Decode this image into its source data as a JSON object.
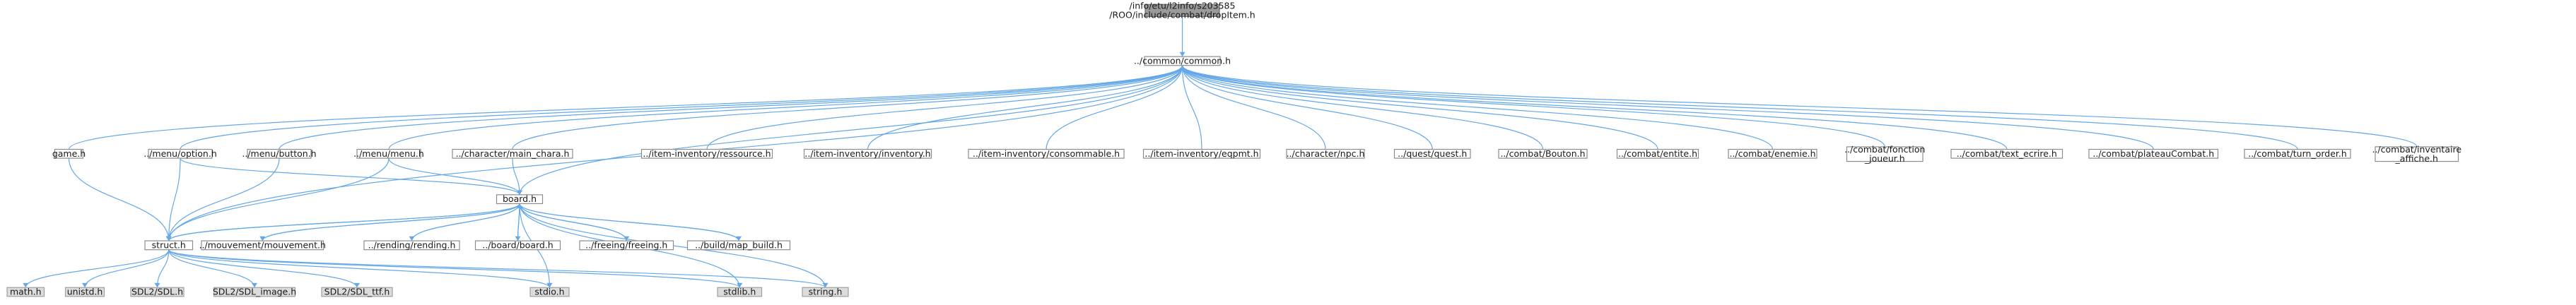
{
  "nodes": {
    "root": [
      "/info/etu/l2info/s203585",
      "/ROO/include/combat/dropItem.h"
    ],
    "common": [
      "../common/common.h"
    ],
    "game": [
      "game.h"
    ],
    "menu_option": [
      "../menu/option.h"
    ],
    "menu_button": [
      "../menu/button.h"
    ],
    "menu_menu": [
      "../menu/menu.h"
    ],
    "main_chara": [
      "../character/main_chara.h"
    ],
    "ressource": [
      "../item-inventory/ressource.h"
    ],
    "inventory": [
      "../item-inventory/inventory.h"
    ],
    "consommable": [
      "../item-inventory/consommable.h"
    ],
    "eqpmt": [
      "../item-inventory/eqpmt.h"
    ],
    "npc": [
      "../character/npc.h"
    ],
    "quest": [
      "../quest/quest.h"
    ],
    "bouton": [
      "../combat/Bouton.h"
    ],
    "entite": [
      "../combat/entite.h"
    ],
    "enemie": [
      "../combat/enemie.h"
    ],
    "fonction_joueur": [
      "../combat/fonction",
      "_joueur.h"
    ],
    "text_ecrire": [
      "../combat/text_ecrire.h"
    ],
    "plateau": [
      "../combat/plateauCombat.h"
    ],
    "turn_order": [
      "../combat/turn_order.h"
    ],
    "inventaire": [
      "../combat/inventaire",
      "_affiche.h"
    ],
    "board": [
      "board.h"
    ],
    "struct": [
      "struct.h"
    ],
    "mouvement": [
      "../mouvement/mouvement.h"
    ],
    "rending": [
      "../rending/rending.h"
    ],
    "board_board": [
      "../board/board.h"
    ],
    "freeing": [
      "../freeing/freeing.h"
    ],
    "map_build": [
      "../build/map_build.h"
    ],
    "math": [
      "math.h"
    ],
    "unistd": [
      "unistd.h"
    ],
    "sdl": [
      "SDL2/SDL.h"
    ],
    "sdl_image": [
      "SDL2/SDL_image.h"
    ],
    "sdl_ttf": [
      "SDL2/SDL_ttf.h"
    ],
    "stdio": [
      "stdio.h"
    ],
    "stdlib": [
      "stdlib.h"
    ],
    "string": [
      "string.h"
    ]
  },
  "colors": {
    "edge": "#64a8e8",
    "root_fill": "#9a9a9a",
    "system_fill": "#dcdcdc",
    "node_fill": "#ffffff",
    "node_border": "#8c8c8c"
  }
}
